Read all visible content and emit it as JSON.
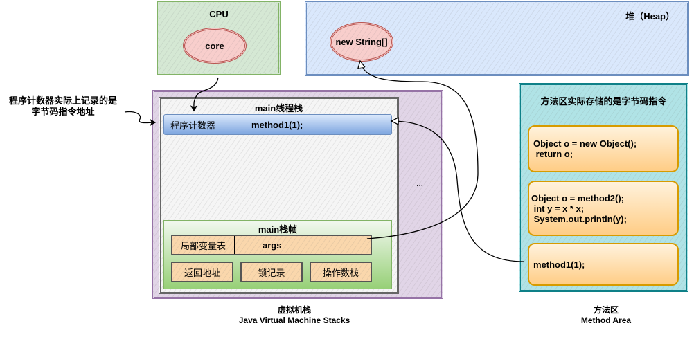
{
  "cpu": {
    "title": "CPU",
    "core_label": "core"
  },
  "heap": {
    "title": "堆（Heap）",
    "object_label": "new String[]"
  },
  "pc_note": {
    "line1": "程序计数器实际上记录的是",
    "line2": "字节码指令地址"
  },
  "jvm_stacks": {
    "thread_title": "main线程栈",
    "pc_label": "程序计数器",
    "pc_value": "method1(1);",
    "frame": {
      "title": "main栈帧",
      "local_var_label": "局部变量表",
      "local_var_value": "args",
      "return_address": "返回地址",
      "lock_record": "锁记录",
      "operand_stack": "操作数栈"
    },
    "ellipsis": "...",
    "caption_cn": "虚拟机栈",
    "caption_en": "Java Virtual Machine Stacks"
  },
  "method_area": {
    "title": "方法区实际存储的是字节码指令",
    "blocks": [
      {
        "lines": [
          "Object o = new Object();",
          " return o;"
        ]
      },
      {
        "lines": [
          "Object o = method2();",
          " int y = x * x;",
          " System.out.println(y);"
        ]
      },
      {
        "lines": [
          "method1(1);"
        ]
      }
    ],
    "caption_cn": "方法区",
    "caption_en": "Method Area"
  }
}
